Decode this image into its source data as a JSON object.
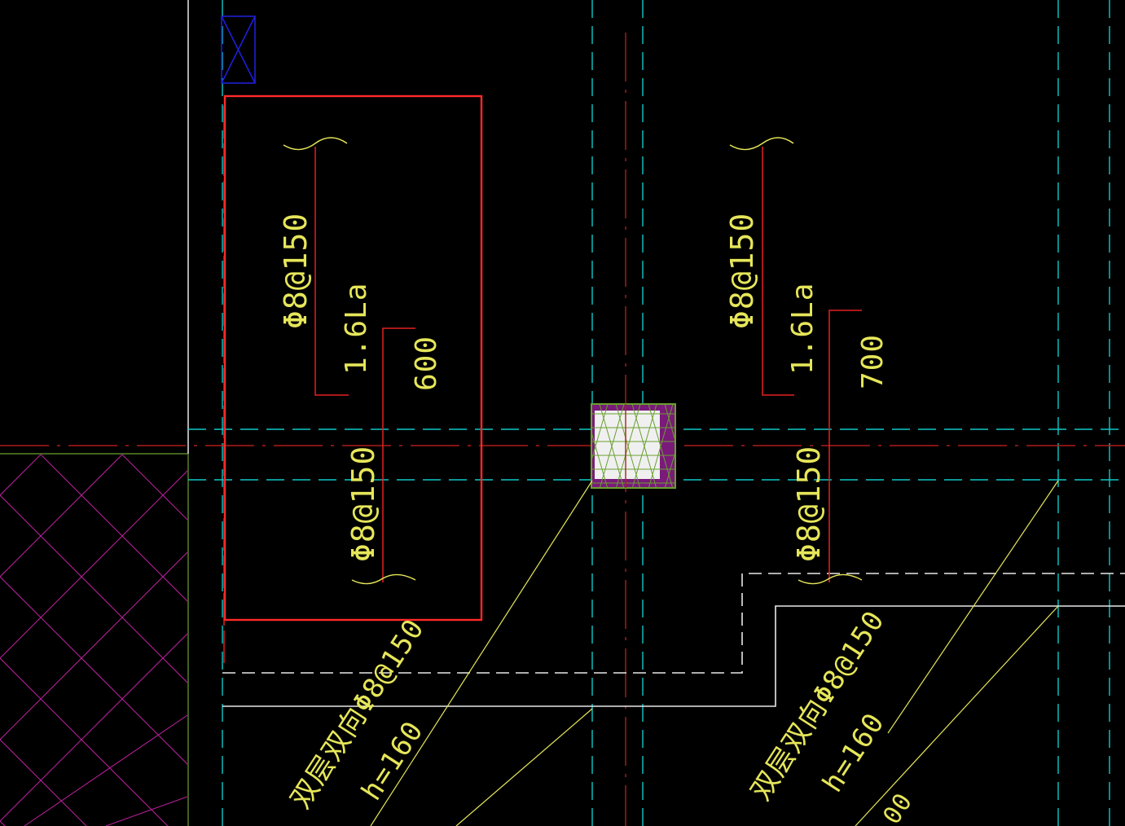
{
  "colors": {
    "background": "#000000",
    "axis_red": "#b01c1c",
    "rebar_red": "#e62020",
    "outline_red": "#ff2a2a",
    "grid_cyan": "#10c8c8",
    "text_yellow": "#e6e65a",
    "wall_white": "#e8e8e8",
    "hatch_magenta": "#c020a0",
    "selection_blue": "#1e1ed8",
    "column_fill": "#7a1a7a",
    "boundary_green": "#6aa030"
  },
  "labels": {
    "left_top_rebar": "Φ8@150",
    "left_top_length": "1.6La",
    "left_dim": "600",
    "left_bottom_rebar": "Φ8@150",
    "right_top_rebar": "Φ8@150",
    "right_top_length": "1.6La",
    "right_dim": "700",
    "right_bottom_rebar": "Φ8@150",
    "slab_left_note": "双层双向Φ8@150",
    "slab_left_thickness": "h=160",
    "slab_right_note": "双层双向Φ8@150",
    "slab_right_thickness": "h=160",
    "corner_partial": "00"
  },
  "icons": {
    "selection_marker": "crossed-box-icon",
    "column_hatch": "triangle-hatch-icon"
  }
}
